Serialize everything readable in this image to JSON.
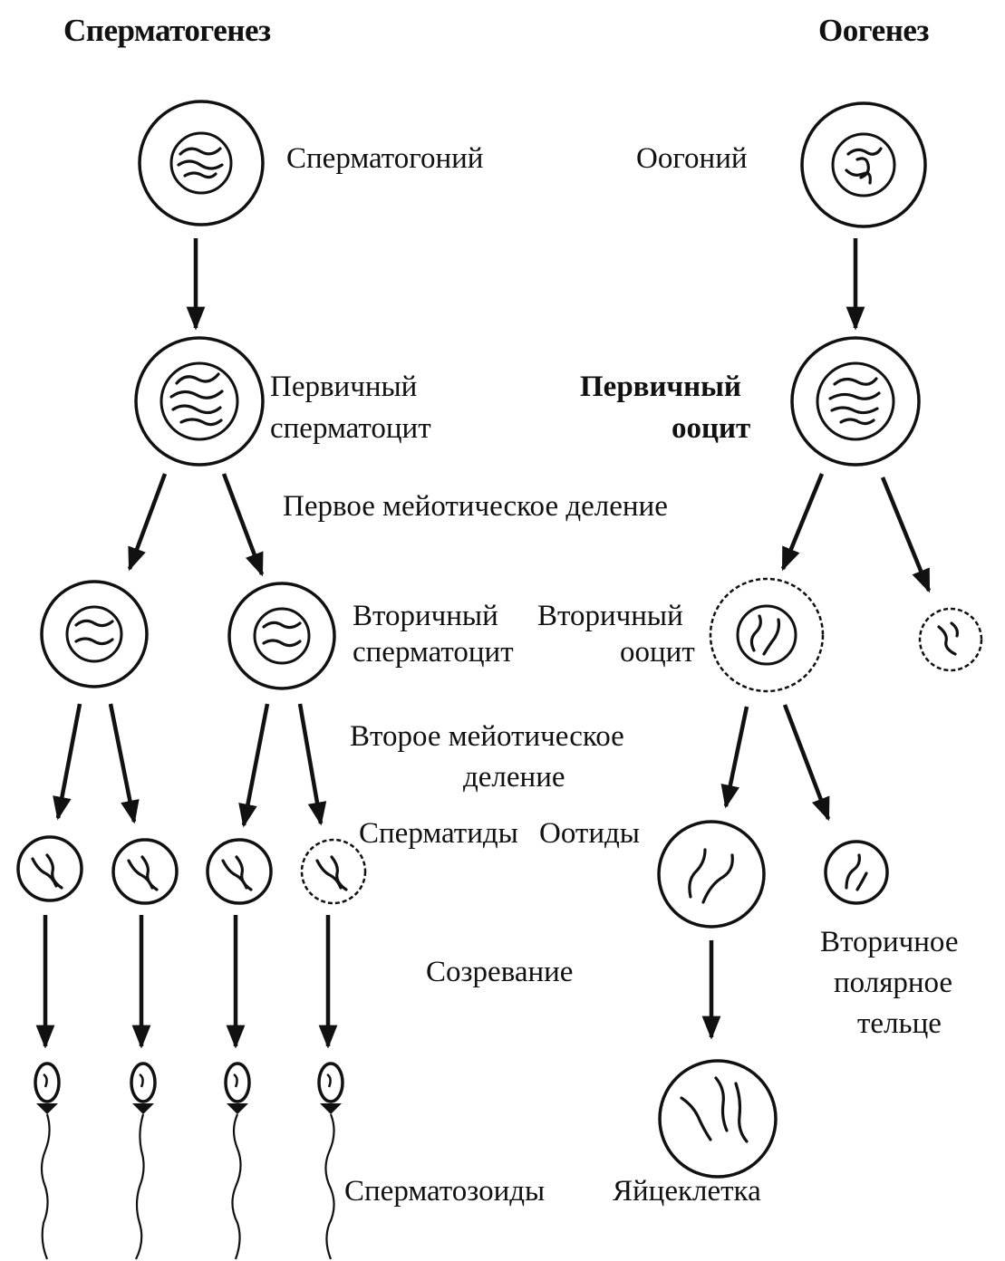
{
  "headings": {
    "spermatogenesis": "Сперматогенез",
    "oogenesis": "Оогенез"
  },
  "labels": {
    "spermatogonium": "Сперматогоний",
    "oogonium": "Оогоний",
    "primary_1": "Первичный",
    "spermatocyte": "сперматоцит",
    "primary_2": "Первичный",
    "oocyte": "ооцит",
    "first_meiotic_division": "Первое мейотическое деление",
    "secondary_1": "Вторичный",
    "secondary_2": "Вторичный",
    "secondary_spermatocyte": "сперматоцит",
    "secondary_oocyte": "ооцит",
    "second_meiotic_1": "Второе мейотическое",
    "second_meiotic_2": "деление",
    "spermatids": "Сперматиды",
    "ootids": "Оотиды",
    "maturation": "Созревание",
    "polar_body_1": "Вторичное",
    "polar_body_2": "полярное",
    "polar_body_3": "тельце",
    "spermatozoa": "Сперматозоиды",
    "egg": "Яйцеклетка"
  }
}
